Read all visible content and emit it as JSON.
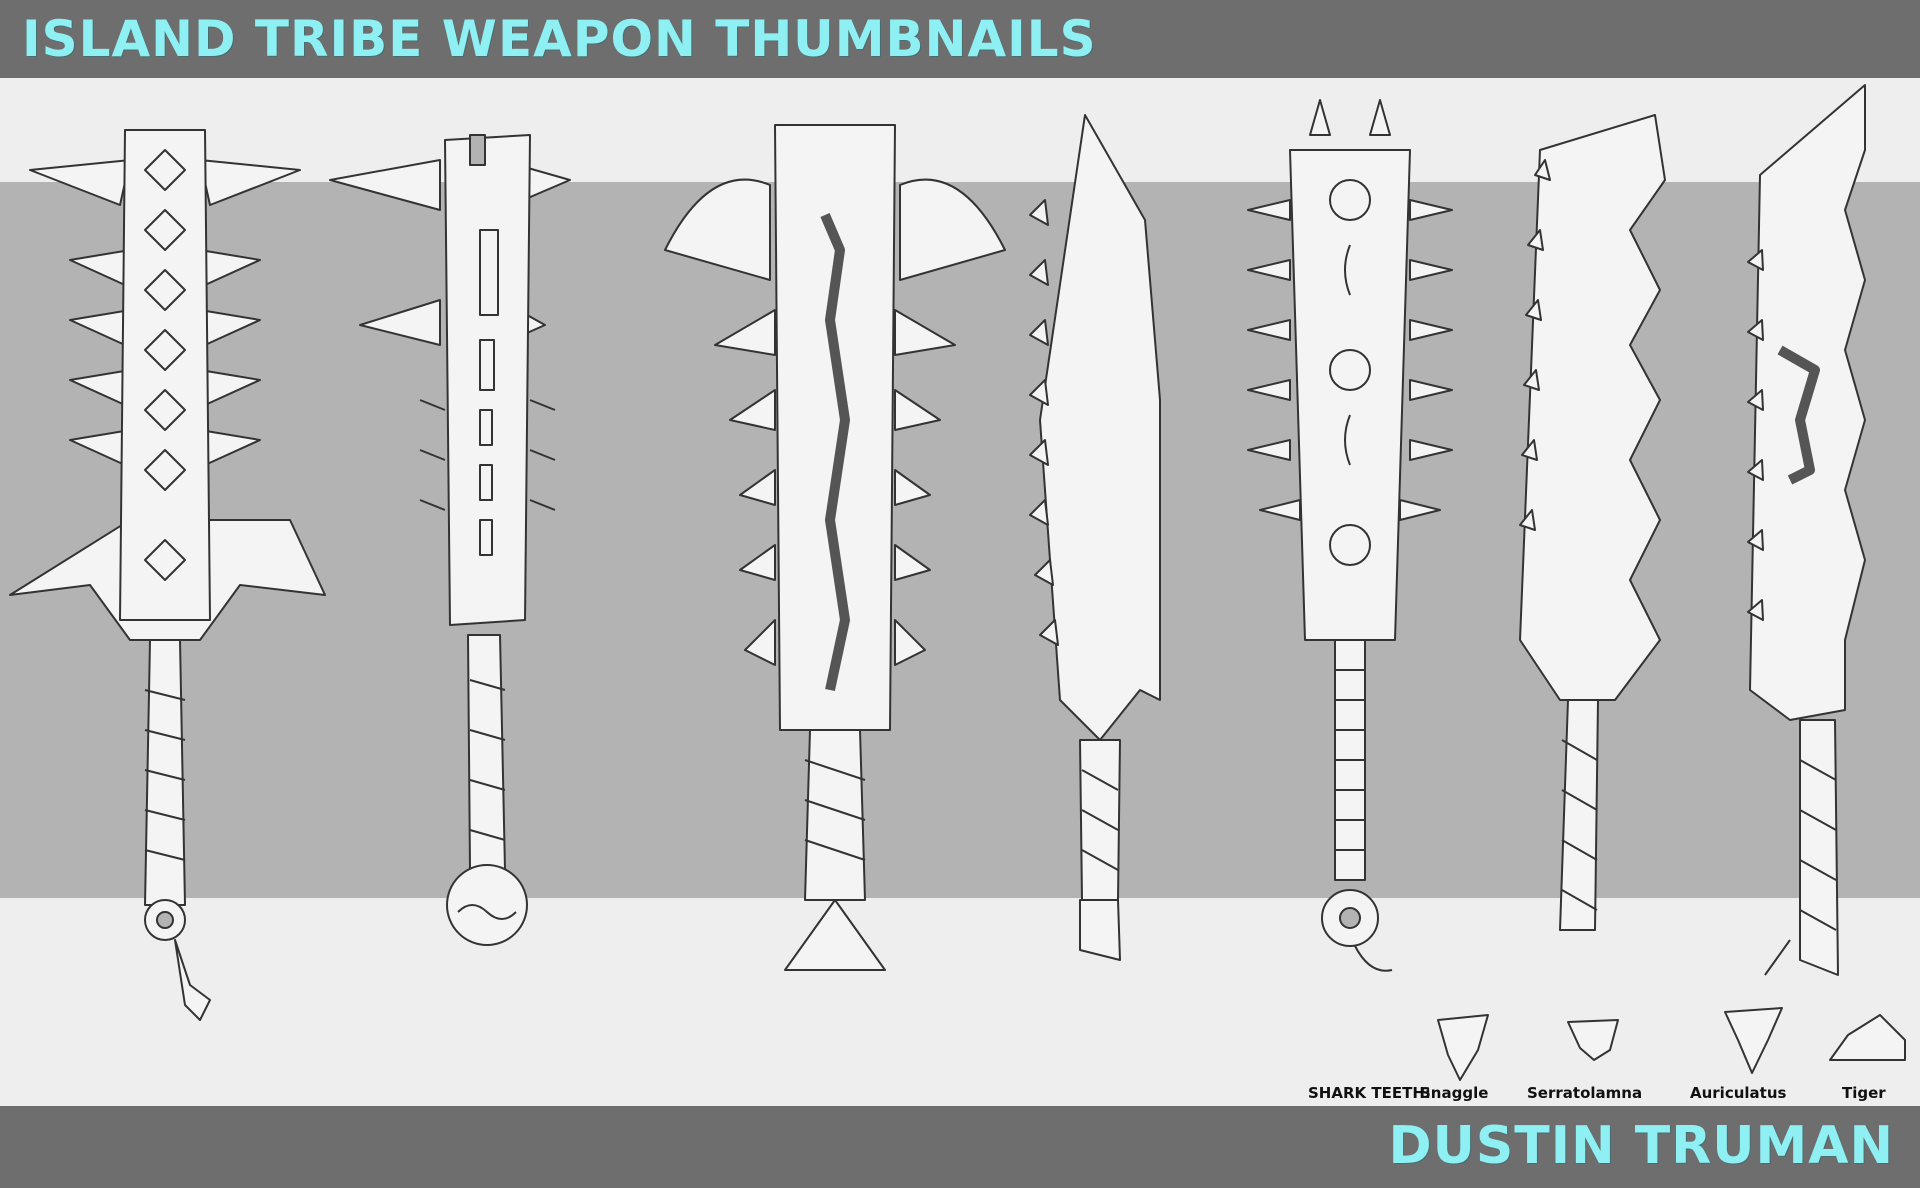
{
  "header": {
    "title": "ISLAND TRIBE WEAPON THUMBNAILS"
  },
  "footer": {
    "author": "DUSTIN TRUMAN"
  },
  "legend": {
    "label": "SHARK TEETH:",
    "teeth": [
      "Snaggle",
      "Serratolamna",
      "Auriculatus",
      "Tiger"
    ]
  },
  "colors": {
    "header_bg": "#6e6e6e",
    "title_text": "#8ff0f4",
    "band_light": "#eeeeee",
    "band_gray": "#b3b3b3",
    "line": "#333333",
    "fill": "#f4f4f4"
  }
}
